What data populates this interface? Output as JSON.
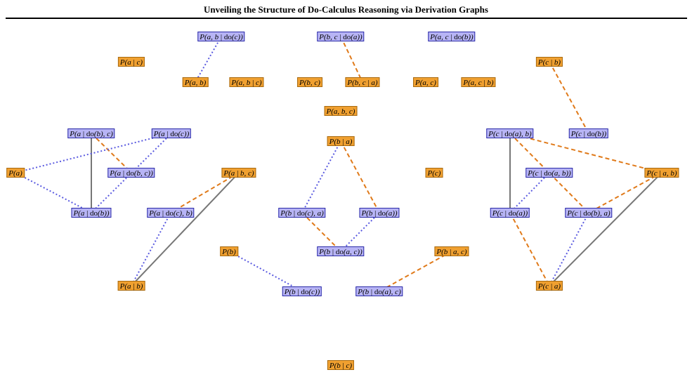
{
  "title": "Unveiling the Structure of Do-Calculus Reasoning via Derivation Graphs",
  "colors": {
    "observational_fill": "#f0a030",
    "interventional_fill": "#b7b4f5",
    "edge_solid": "#777777",
    "edge_dashed": "#e07a1a",
    "edge_dotted": "#5a5ae0"
  },
  "nodes": [
    {
      "id": "n_ab_doc",
      "label": "P(a, b | do(c))",
      "kind": "interventional"
    },
    {
      "id": "n_bc_doa",
      "label": "P(b, c | do(a))",
      "kind": "interventional"
    },
    {
      "id": "n_ac_dob",
      "label": "P(a, c | do(b))",
      "kind": "interventional"
    },
    {
      "id": "n_a_c",
      "label": "P(a | c)",
      "kind": "observational"
    },
    {
      "id": "n_c_b",
      "label": "P(c | b)",
      "kind": "observational"
    },
    {
      "id": "n_ab",
      "label": "P(a, b)",
      "kind": "observational"
    },
    {
      "id": "n_ab_c",
      "label": "P(a, b | c)",
      "kind": "observational"
    },
    {
      "id": "n_bc",
      "label": "P(b, c)",
      "kind": "observational"
    },
    {
      "id": "n_bc_a",
      "label": "P(b, c | a)",
      "kind": "observational"
    },
    {
      "id": "n_ac",
      "label": "P(a, c)",
      "kind": "observational"
    },
    {
      "id": "n_ac_b",
      "label": "P(a, c | b)",
      "kind": "observational"
    },
    {
      "id": "n_abc",
      "label": "P(a, b, c)",
      "kind": "observational"
    },
    {
      "id": "n_a_dob_c",
      "label": "P(a | do(b), c)",
      "kind": "interventional"
    },
    {
      "id": "n_a_doc",
      "label": "P(a | do(c))",
      "kind": "interventional"
    },
    {
      "id": "n_b_a",
      "label": "P(b | a)",
      "kind": "observational"
    },
    {
      "id": "n_c_doa_b",
      "label": "P(c | do(a), b)",
      "kind": "interventional"
    },
    {
      "id": "n_c_dob",
      "label": "P(c | do(b))",
      "kind": "interventional"
    },
    {
      "id": "n_a",
      "label": "P(a)",
      "kind": "observational"
    },
    {
      "id": "n_a_dobc",
      "label": "P(a | do(b, c))",
      "kind": "interventional"
    },
    {
      "id": "n_a_bc",
      "label": "P(a | b, c)",
      "kind": "observational"
    },
    {
      "id": "n_c",
      "label": "P(c)",
      "kind": "observational"
    },
    {
      "id": "n_c_doab",
      "label": "P(c | do(a, b))",
      "kind": "interventional"
    },
    {
      "id": "n_c_ab",
      "label": "P(c | a, b)",
      "kind": "observational"
    },
    {
      "id": "n_a_dob",
      "label": "P(a | do(b))",
      "kind": "interventional"
    },
    {
      "id": "n_a_doc_b",
      "label": "P(a | do(c), b)",
      "kind": "interventional"
    },
    {
      "id": "n_b_doc_a",
      "label": "P(b | do(c), a)",
      "kind": "interventional"
    },
    {
      "id": "n_b_doa",
      "label": "P(b | do(a))",
      "kind": "interventional"
    },
    {
      "id": "n_c_doa",
      "label": "P(c | do(a))",
      "kind": "interventional"
    },
    {
      "id": "n_c_dob_a",
      "label": "P(c | do(b), a)",
      "kind": "interventional"
    },
    {
      "id": "n_b",
      "label": "P(b)",
      "kind": "observational"
    },
    {
      "id": "n_b_doac",
      "label": "P(b | do(a, c))",
      "kind": "interventional"
    },
    {
      "id": "n_b_ac",
      "label": "P(b | a, c)",
      "kind": "observational"
    },
    {
      "id": "n_a_b",
      "label": "P(a | b)",
      "kind": "observational"
    },
    {
      "id": "n_b_doc",
      "label": "P(b | do(c))",
      "kind": "interventional"
    },
    {
      "id": "n_b_doa_c",
      "label": "P(b | do(a), c)",
      "kind": "interventional"
    },
    {
      "id": "n_c_a",
      "label": "P(c | a)",
      "kind": "observational"
    },
    {
      "id": "n_b_c",
      "label": "P(b | c)",
      "kind": "observational"
    }
  ],
  "edges": [
    {
      "from": "n_ab_doc",
      "to": "n_ab",
      "style": "dotted"
    },
    {
      "from": "n_bc_doa",
      "to": "n_bc_a",
      "style": "dashed"
    },
    {
      "from": "n_c_b",
      "to": "n_c_dob",
      "style": "dashed"
    },
    {
      "from": "n_a_dob_c",
      "to": "n_a_dob",
      "style": "solid"
    },
    {
      "from": "n_a_dob_c",
      "to": "n_a_dobc",
      "style": "dashed"
    },
    {
      "from": "n_a",
      "to": "n_a_doc",
      "style": "dotted"
    },
    {
      "from": "n_a",
      "to": "n_a_dob",
      "style": "dotted"
    },
    {
      "from": "n_a_doc",
      "to": "n_a_dob",
      "style": "dotted"
    },
    {
      "from": "n_a_bc",
      "to": "n_a_doc_b",
      "style": "dashed"
    },
    {
      "from": "n_a_bc",
      "to": "n_a_b",
      "style": "solid"
    },
    {
      "from": "n_a_doc_b",
      "to": "n_a_b",
      "style": "dotted"
    },
    {
      "from": "n_b_a",
      "to": "n_b_doc_a",
      "style": "dotted"
    },
    {
      "from": "n_b_a",
      "to": "n_b_doa",
      "style": "dashed"
    },
    {
      "from": "n_b_doc_a",
      "to": "n_b_doac",
      "style": "dashed"
    },
    {
      "from": "n_b_doa",
      "to": "n_b_doac",
      "style": "dotted"
    },
    {
      "from": "n_b",
      "to": "n_b_doc",
      "style": "dotted"
    },
    {
      "from": "n_b_ac",
      "to": "n_b_doa_c",
      "style": "dashed"
    },
    {
      "from": "n_c_doa_b",
      "to": "n_c_doa",
      "style": "solid"
    },
    {
      "from": "n_c_doa_b",
      "to": "n_c_dob_a",
      "style": "dashed"
    },
    {
      "from": "n_c_doa_b",
      "to": "n_c_ab",
      "style": "dashed"
    },
    {
      "from": "n_c_doab",
      "to": "n_c_doa",
      "style": "dotted"
    },
    {
      "from": "n_c_ab",
      "to": "n_c_dob_a",
      "style": "dashed"
    },
    {
      "from": "n_c_ab",
      "to": "n_c_a",
      "style": "solid"
    },
    {
      "from": "n_c_doa",
      "to": "n_c_a",
      "style": "dashed"
    },
    {
      "from": "n_c_dob_a",
      "to": "n_c_a",
      "style": "dotted"
    }
  ]
}
